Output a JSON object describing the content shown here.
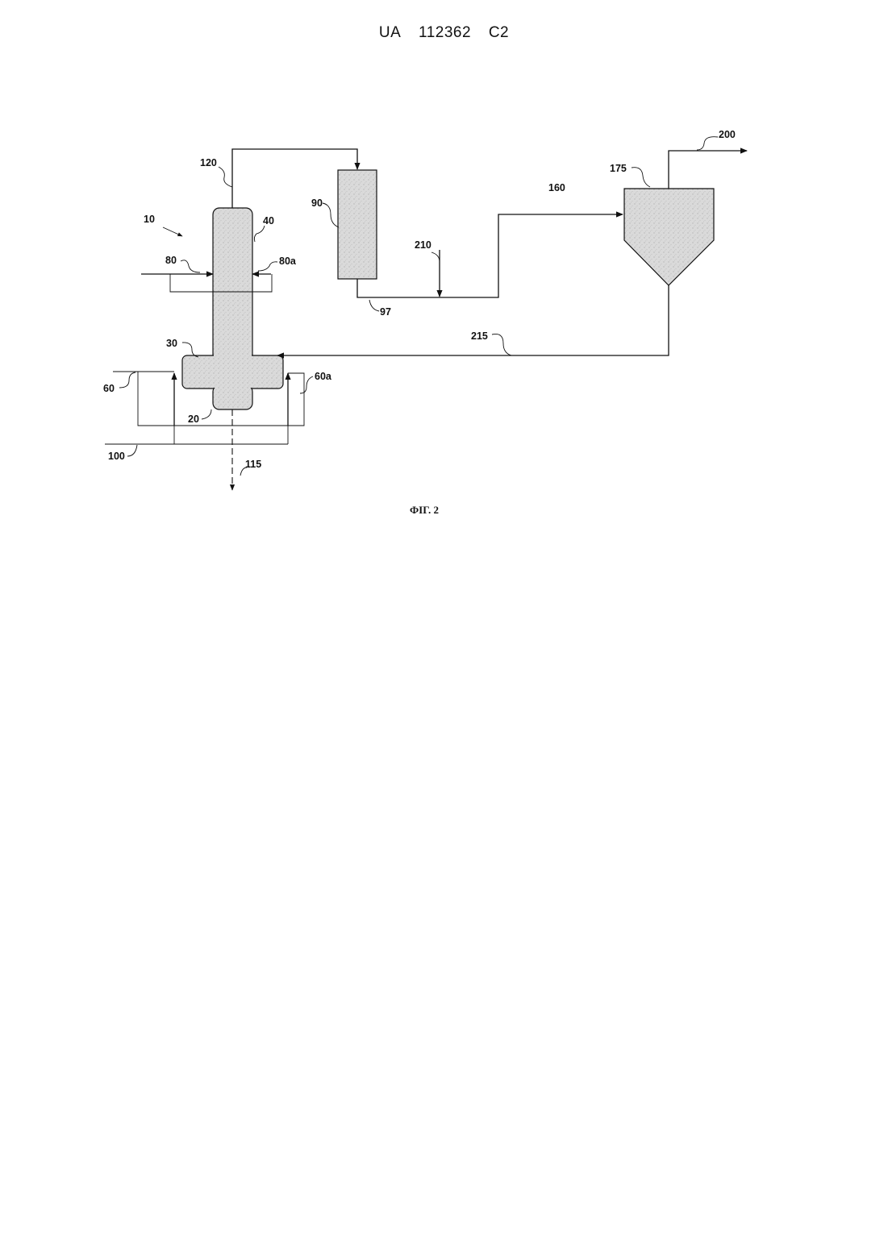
{
  "header": {
    "country": "UA",
    "number": "112362",
    "kind": "C2"
  },
  "figure": {
    "caption": "ФІГ. 2"
  },
  "labels": {
    "l10": "10",
    "l20": "20",
    "l30": "30",
    "l40": "40",
    "l60": "60",
    "l60a": "60a",
    "l80": "80",
    "l80a": "80a",
    "l90": "90",
    "l97": "97",
    "l100": "100",
    "l115": "115",
    "l120": "120",
    "l160": "160",
    "l175": "175",
    "l200": "200",
    "l210": "210",
    "l215": "215"
  },
  "colors": {
    "line": "#111111",
    "vessel_fill": "#d4d4d4"
  }
}
